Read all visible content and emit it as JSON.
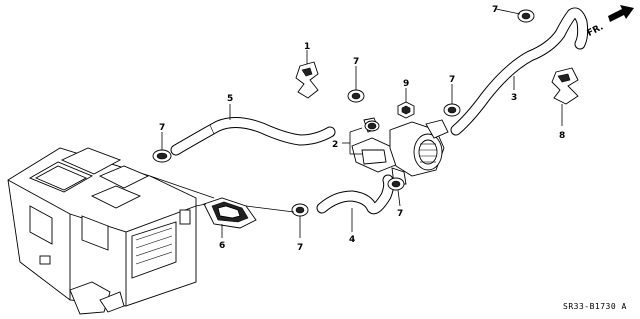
{
  "diagram": {
    "part_labels": {
      "clip_top": "1",
      "valve": "2",
      "hose_right": "3",
      "hose_lower": "4",
      "hose_upper": "5",
      "seal": "6",
      "clamp": "7",
      "clip_right": "8",
      "bolt": "9"
    },
    "direction_label": "FR.",
    "drawing_code": "SR33-B1730 A"
  }
}
